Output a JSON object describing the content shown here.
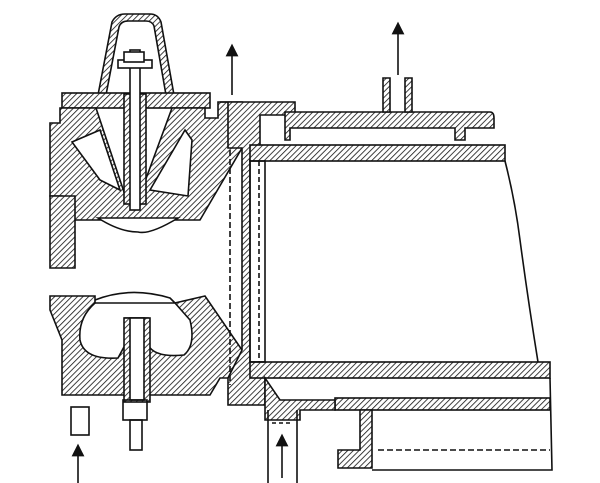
{
  "figure": {
    "kind": "cross-section engineering drawing",
    "colors": {
      "ink": "#111111",
      "background": "#ffffff"
    },
    "flow_arrows": [
      {
        "id": "inlet-left",
        "direction": "up"
      },
      {
        "id": "outlet-top-middle",
        "direction": "up"
      },
      {
        "id": "outlet-top-right",
        "direction": "up"
      },
      {
        "id": "inlet-bottom",
        "direction": "up"
      }
    ]
  }
}
